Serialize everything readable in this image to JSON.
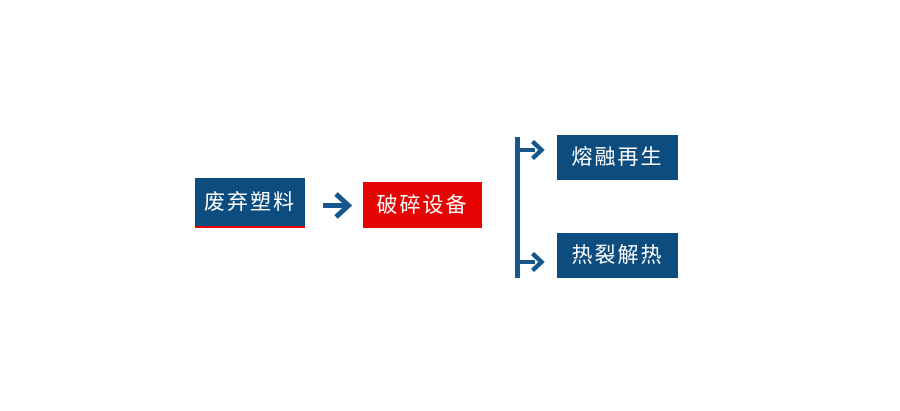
{
  "colors": {
    "background": "#ffffff",
    "box_blue": "#0d4c7f",
    "box_red": "#e60505",
    "connector_blue": "#15568d",
    "underline_red": "#e60000",
    "text_white": "#ffffff"
  },
  "flowchart": {
    "nodes": [
      {
        "id": "waste-plastic",
        "label": "废弃塑料",
        "style": "blue-with-red-underline"
      },
      {
        "id": "crushing-equipment",
        "label": "破碎设备",
        "style": "red"
      },
      {
        "id": "melt-regeneration",
        "label": "熔融再生",
        "style": "blue"
      },
      {
        "id": "pyrolysis-heat",
        "label": "热裂解热",
        "style": "blue"
      }
    ],
    "icons": {
      "main_arrow": "right-arrow",
      "branch": "fork-with-two-right-arrows"
    }
  }
}
